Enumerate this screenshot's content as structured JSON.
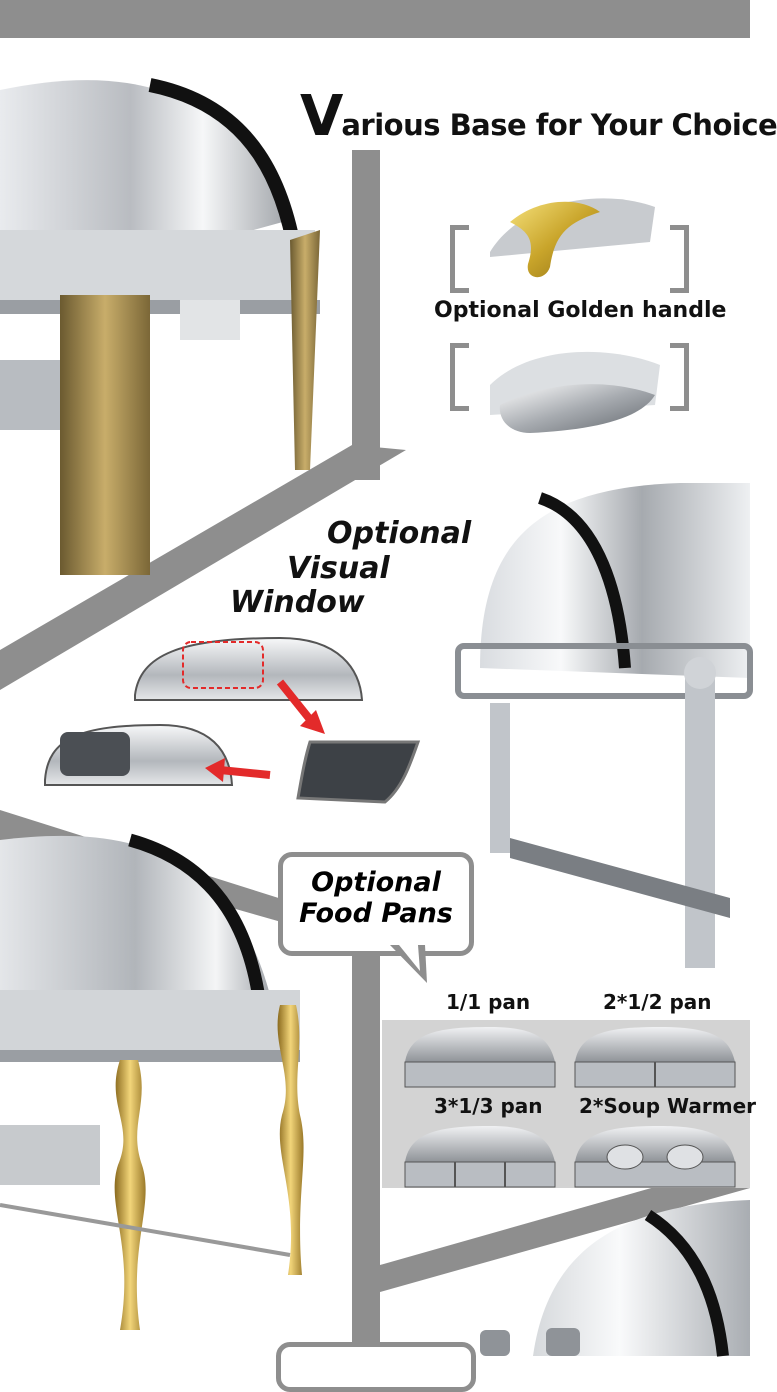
{
  "title": {
    "first_letter": "V",
    "rest": "arious Base for Your Choice"
  },
  "handle_section": {
    "label": "Optional Golden handle"
  },
  "visual_window": {
    "line1": "Optional",
    "line2": "Visual",
    "line3": "Window"
  },
  "food_pans": {
    "bubble_line1": "Optional",
    "bubble_line2": "Food Pans",
    "options": [
      "1/1 pan",
      "2*1/2 pan",
      "3*1/3 pan",
      "2*Soup Warmer"
    ]
  },
  "colors": {
    "accent_gray": "#8e8e8e",
    "steel": "#c9ccd0",
    "gold": "#b59a55",
    "arrow_red": "#e32a2a"
  }
}
